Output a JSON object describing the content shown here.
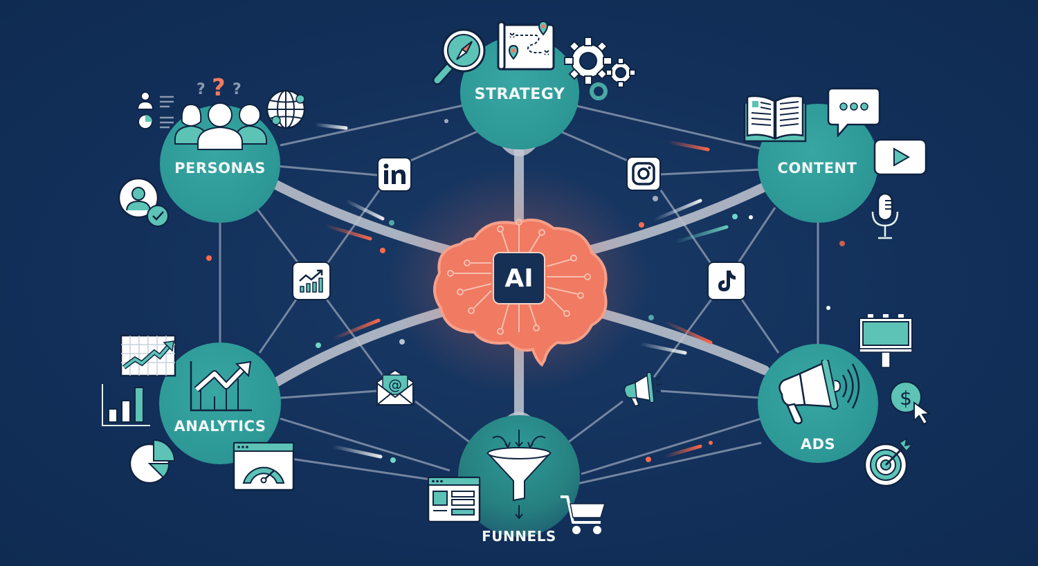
{
  "diagram": {
    "center": {
      "label": "AI",
      "icon": "brain-circuit-icon",
      "color": "#f07a62"
    },
    "nodes": [
      {
        "id": "strategy",
        "label": "STRATEGY",
        "icons": [
          "magnifier-compass-icon",
          "treasure-map-icon",
          "gears-icon"
        ]
      },
      {
        "id": "personas",
        "label": "PERSONAS",
        "icons": [
          "user-profile-list-icon",
          "pie-chart-list-icon",
          "question-marks-icon",
          "people-group-icon",
          "globe-network-icon",
          "user-verified-icon"
        ]
      },
      {
        "id": "content",
        "label": "CONTENT",
        "icons": [
          "open-book-icon",
          "chat-bubble-icon",
          "video-play-icon",
          "microphone-icon"
        ]
      },
      {
        "id": "analytics",
        "label": "ANALYTICS",
        "icons": [
          "line-chart-grid-icon",
          "bar-chart-icon",
          "trend-arrow-chart-icon",
          "pie-chart-icon",
          "gauge-dashboard-icon"
        ]
      },
      {
        "id": "funnels",
        "label": "FUNNELS",
        "icons": [
          "funnel-icon",
          "landing-page-icon",
          "shopping-cart-icon"
        ]
      },
      {
        "id": "ads",
        "label": "ADS",
        "icons": [
          "megaphone-icon",
          "billboard-icon",
          "pay-per-click-icon",
          "target-icon"
        ]
      }
    ],
    "channels": [
      {
        "id": "linkedin",
        "label": "in",
        "icon": "linkedin-icon"
      },
      {
        "id": "instagram",
        "label": "",
        "icon": "instagram-icon"
      },
      {
        "id": "growth",
        "label": "",
        "icon": "growth-chart-icon"
      },
      {
        "id": "tiktok",
        "label": "",
        "icon": "tiktok-icon"
      },
      {
        "id": "email",
        "label": "@",
        "icon": "email-icon"
      },
      {
        "id": "megaphone-small",
        "label": "",
        "icon": "megaphone-icon"
      }
    ],
    "colors": {
      "background": "#12305a",
      "node_teal": "#2e9a98",
      "accent_coral": "#f07a62",
      "icon_teal": "#5cc3b6",
      "link_gray": "#7f8fa8",
      "hub_connector": "#c3c8d2",
      "outline": "#0f2340"
    }
  }
}
